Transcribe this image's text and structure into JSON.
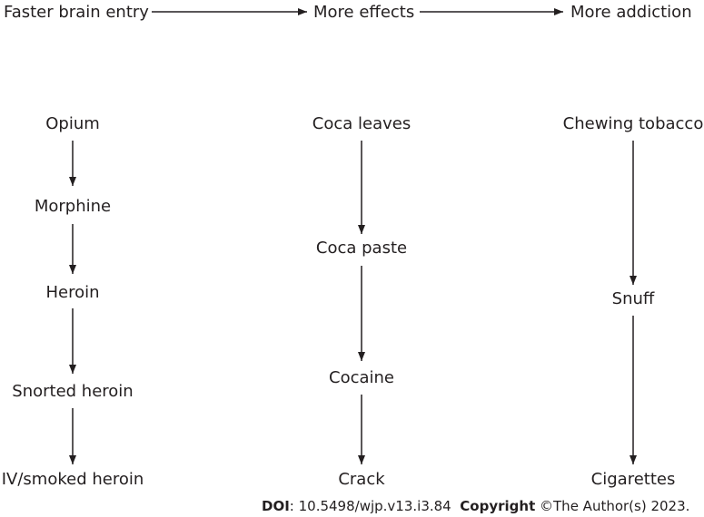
{
  "header": {
    "step1": "Faster brain entry",
    "step2": "More effects",
    "step3": "More addiction"
  },
  "columns": [
    {
      "items": [
        "Opium",
        "Morphine",
        "Heroin",
        "Snorted heroin",
        "IV/smoked heroin"
      ]
    },
    {
      "items": [
        "Coca leaves",
        "Coca paste",
        "Cocaine",
        "Crack"
      ]
    },
    {
      "items": [
        "Chewing tobacco",
        "Snuff",
        "Cigarettes"
      ]
    }
  ],
  "footer": {
    "doi_label": "DOI",
    "doi_value": ": 10.5498/wjp.v13.i3.84",
    "copyright_label": "Copyright",
    "copyright_text": " ©The Author(s) 2023."
  },
  "colors": {
    "ink": "#231f20",
    "background": "#ffffff"
  }
}
